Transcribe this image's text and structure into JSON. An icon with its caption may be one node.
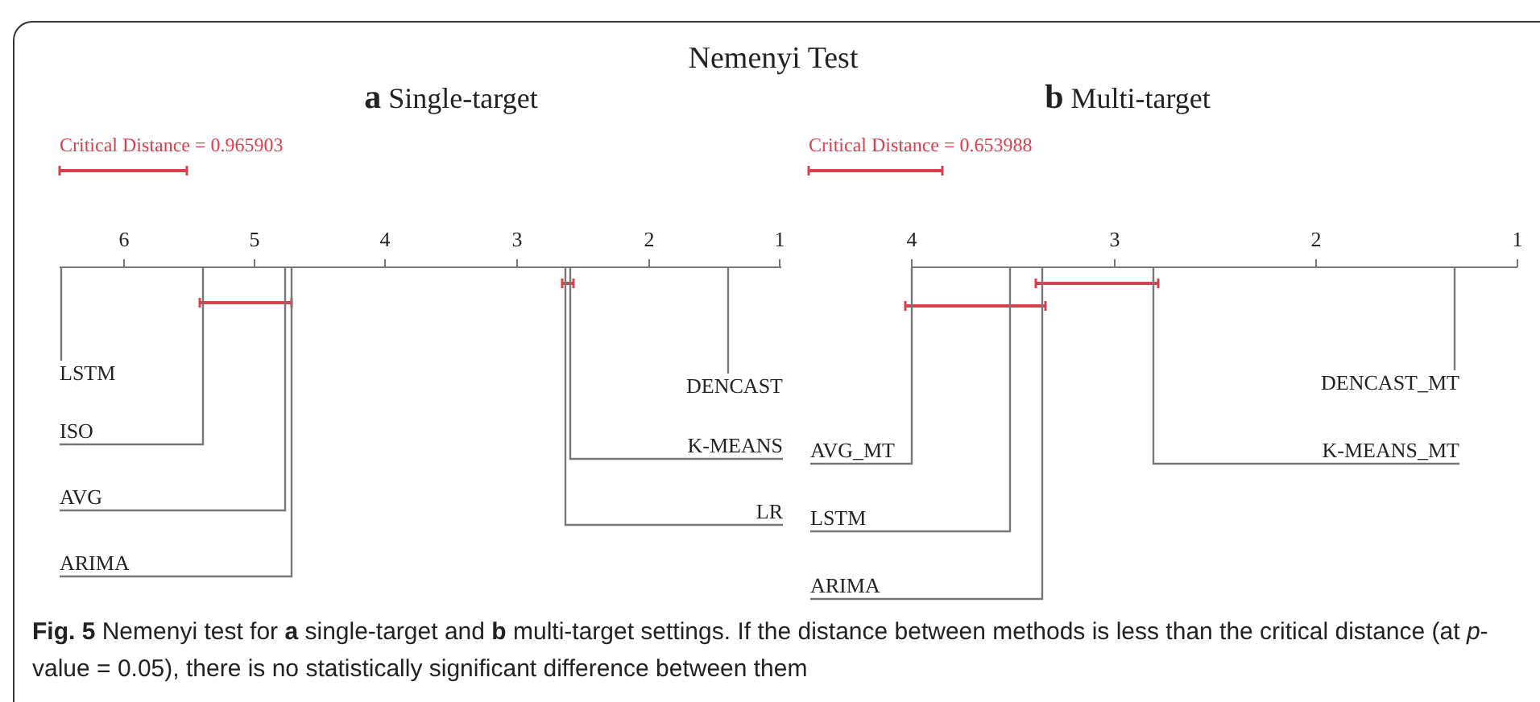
{
  "diagram": {
    "title": "Nemenyi Test",
    "caption": "**Fig. 5** Nemenyi test for **a** single-target and **b** multi-target settings. If the distance between methods is less than the critical distance (at *p*-value = 0.05), there is no statistically significant difference between them",
    "nodes": [
      {
        "text": [
          "LSTM"
        ]
      },
      {
        "text": [
          "ISO"
        ]
      },
      {
        "text": [
          "AVG"
        ]
      },
      {
        "text": [
          "ARIMA"
        ]
      },
      {
        "text": [
          "DENCAST"
        ]
      },
      {
        "text": [
          "K-MEANS"
        ]
      },
      {
        "text": [
          "LR"
        ]
      },
      {
        "text": [
          "DENCAST_MT"
        ]
      },
      {
        "text": [
          "AVG_MT"
        ]
      },
      {
        "text": [
          "K-MEANS_MT"
        ]
      },
      {
        "text": [
          "LSTM"
        ]
      },
      {
        "text": [
          "ARIMA"
        ]
      }
    ],
    "edges": [
      {
        "from": 0,
        "to": null,
        "arrow": "none"
      },
      {
        "from": 1,
        "to": null,
        "arrow": "none"
      },
      {
        "from": 2,
        "to": null,
        "arrow": "none"
      },
      {
        "from": 3,
        "to": null,
        "arrow": "none"
      },
      {
        "from": 4,
        "to": null,
        "arrow": "none"
      },
      {
        "from": 5,
        "to": null,
        "arrow": "none"
      },
      {
        "from": 6,
        "to": null,
        "arrow": "none"
      },
      {
        "from": 7,
        "to": null,
        "arrow": "none"
      },
      {
        "from": 8,
        "to": null,
        "arrow": "none"
      },
      {
        "from": 9,
        "to": null,
        "arrow": "none"
      },
      {
        "from": 10,
        "to": null,
        "arrow": "none"
      },
      {
        "from": 11,
        "to": null,
        "arrow": "none"
      }
    ],
    "labels": [
      "**a** Single-target",
      "Critical Distance = 0.965903",
      "6",
      "5",
      "4",
      "3",
      "2",
      "1",
      "**b** Multi-target",
      "Critical Distance = 0.653988",
      "4",
      "3",
      "2",
      "1"
    ]
  }
}
